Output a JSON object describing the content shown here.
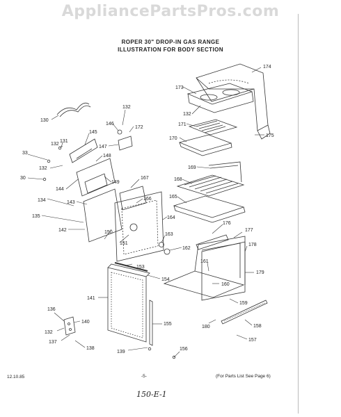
{
  "watermark": "AppliancePartsPros.com",
  "title_line1": "ROPER 30\" DROP-IN GAS RANGE",
  "title_line2": "ILLUSTRATION FOR BODY SECTION",
  "callouts": [
    {
      "id": "174",
      "text": "174"
    },
    {
      "id": "173",
      "text": "173"
    },
    {
      "id": "132a",
      "text": "132"
    },
    {
      "id": "171",
      "text": "171"
    },
    {
      "id": "170",
      "text": "170"
    },
    {
      "id": "175",
      "text": "175"
    },
    {
      "id": "169",
      "text": "169"
    },
    {
      "id": "168",
      "text": "168"
    },
    {
      "id": "165",
      "text": "165"
    },
    {
      "id": "176",
      "text": "176"
    },
    {
      "id": "177",
      "text": "177"
    },
    {
      "id": "178",
      "text": "178"
    },
    {
      "id": "179",
      "text": "179"
    },
    {
      "id": "161",
      "text": "161"
    },
    {
      "id": "160",
      "text": "160"
    },
    {
      "id": "159",
      "text": "159"
    },
    {
      "id": "158",
      "text": "158"
    },
    {
      "id": "157",
      "text": "157"
    },
    {
      "id": "180",
      "text": "180"
    },
    {
      "id": "156",
      "text": "156"
    },
    {
      "id": "155",
      "text": "155"
    },
    {
      "id": "154",
      "text": "154"
    },
    {
      "id": "153",
      "text": "153"
    },
    {
      "id": "141",
      "text": "141"
    },
    {
      "id": "139",
      "text": "139"
    },
    {
      "id": "136",
      "text": "136"
    },
    {
      "id": "132b",
      "text": "132"
    },
    {
      "id": "140",
      "text": "140"
    },
    {
      "id": "137",
      "text": "137"
    },
    {
      "id": "138",
      "text": "138"
    },
    {
      "id": "130",
      "text": "130"
    },
    {
      "id": "132c",
      "text": "132"
    },
    {
      "id": "146",
      "text": "146"
    },
    {
      "id": "172",
      "text": "172"
    },
    {
      "id": "147",
      "text": "147"
    },
    {
      "id": "131",
      "text": "131"
    },
    {
      "id": "145",
      "text": "145"
    },
    {
      "id": "132d",
      "text": "132"
    },
    {
      "id": "33",
      "text": "33"
    },
    {
      "id": "132e",
      "text": "132"
    },
    {
      "id": "148",
      "text": "148"
    },
    {
      "id": "30",
      "text": "30"
    },
    {
      "id": "144",
      "text": "144"
    },
    {
      "id": "149",
      "text": "149"
    },
    {
      "id": "167",
      "text": "167"
    },
    {
      "id": "134",
      "text": "134"
    },
    {
      "id": "143",
      "text": "143"
    },
    {
      "id": "166",
      "text": "166"
    },
    {
      "id": "135",
      "text": "135"
    },
    {
      "id": "164",
      "text": "164"
    },
    {
      "id": "142",
      "text": "142"
    },
    {
      "id": "150",
      "text": "150"
    },
    {
      "id": "151",
      "text": "151"
    },
    {
      "id": "163",
      "text": "163"
    },
    {
      "id": "162",
      "text": "162"
    }
  ],
  "footer": {
    "date": "12.10.85",
    "page": "-5-",
    "note": "(For Parts List See Page 6)",
    "handwritten": "150-E-1"
  }
}
